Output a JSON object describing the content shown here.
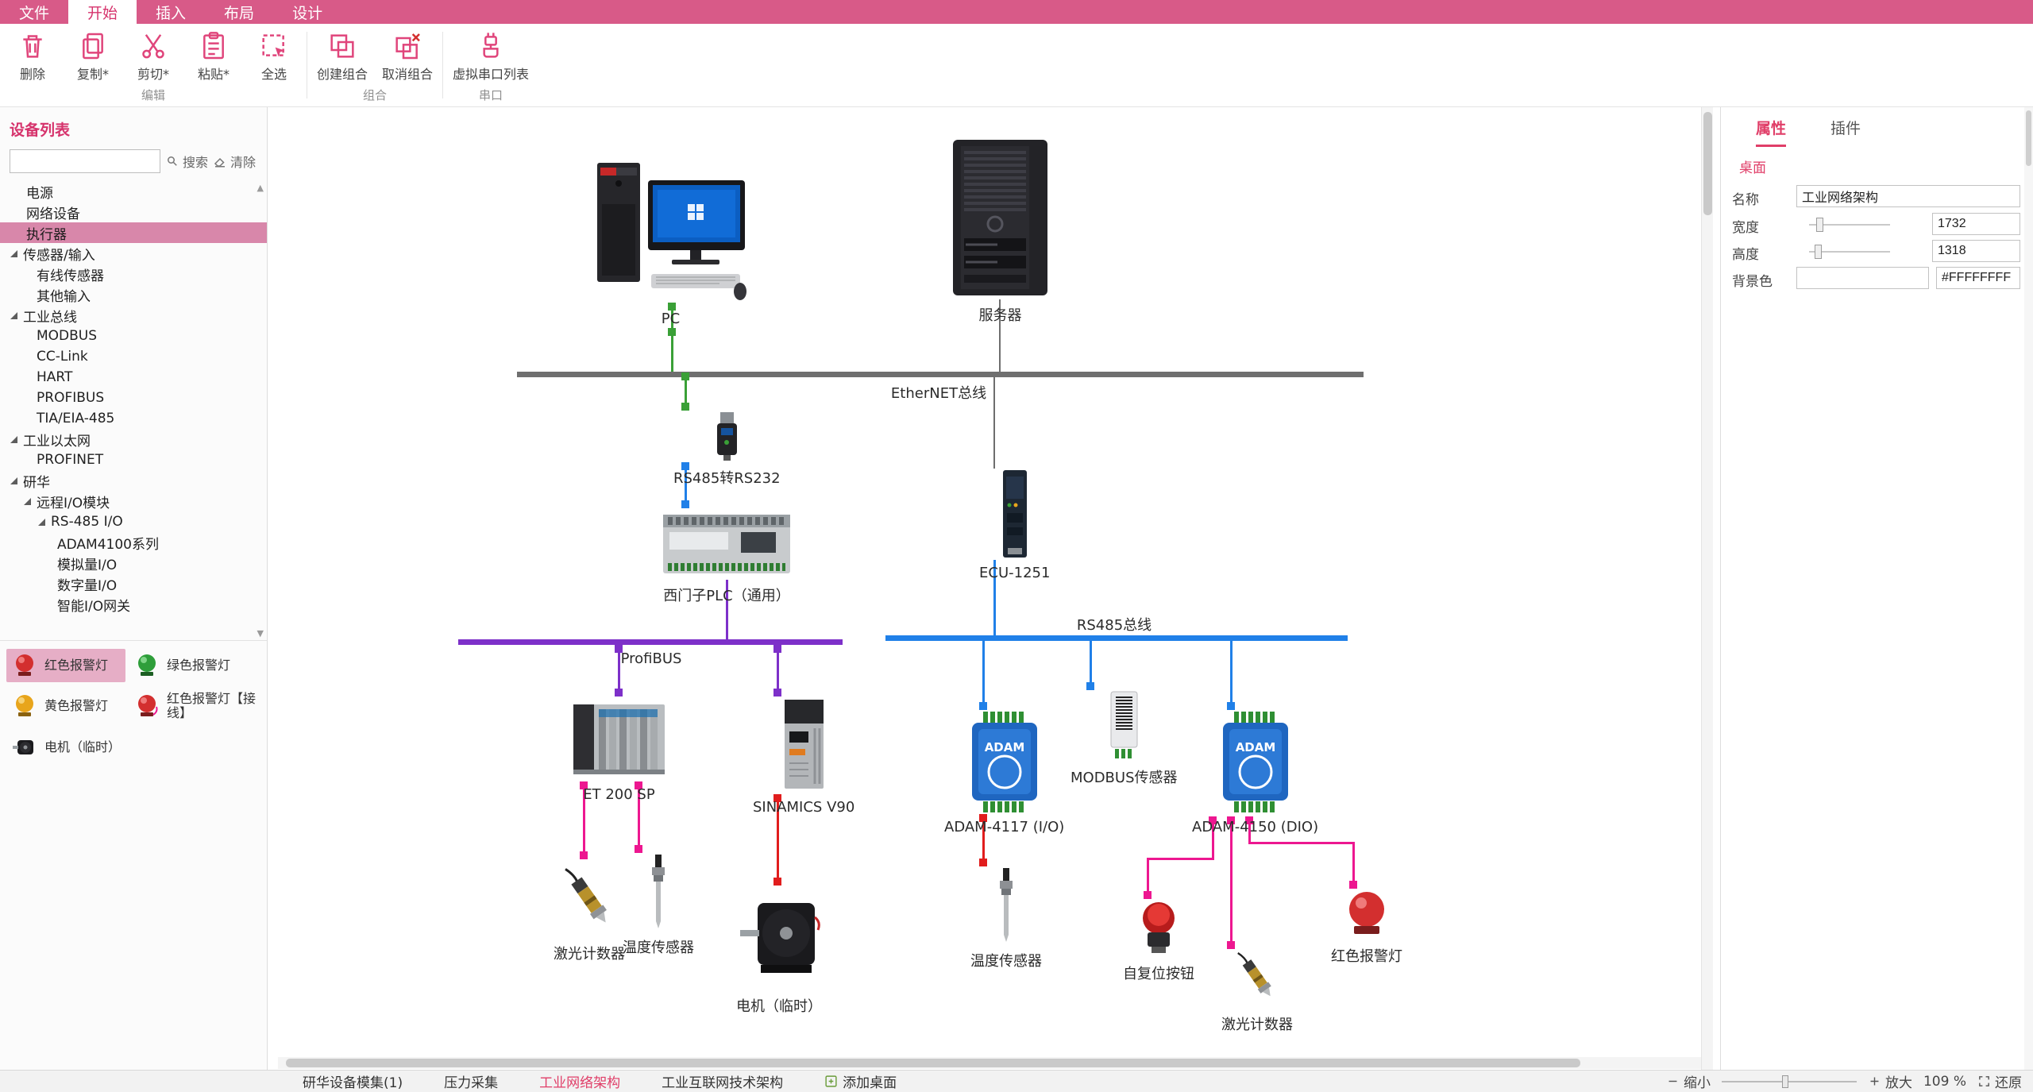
{
  "colors": {
    "brand": "#d85a88",
    "accent": "#e0457b",
    "bus_gray": "#6f6f6f",
    "bus_purple": "#7d30c9",
    "bus_blue": "#2080e8",
    "wire_green": "#3aa037",
    "wire_pink": "#ed1790",
    "wire_red": "#e11d1d"
  },
  "menubar": {
    "items": [
      {
        "label": "文件"
      },
      {
        "label": "开始",
        "active": true
      },
      {
        "label": "插入"
      },
      {
        "label": "布局"
      },
      {
        "label": "设计"
      }
    ]
  },
  "ribbon": {
    "buttons": [
      {
        "label": "删除"
      },
      {
        "label": "复制*"
      },
      {
        "label": "剪切*"
      },
      {
        "label": "粘贴*"
      },
      {
        "label": "全选"
      },
      {
        "label": "创建组合"
      },
      {
        "label": "取消组合"
      },
      {
        "label": "虚拟串口列表"
      }
    ],
    "groups": [
      {
        "label": "编辑"
      },
      {
        "label": "组合"
      },
      {
        "label": "串口"
      }
    ]
  },
  "sidebar": {
    "title": "设备列表",
    "search": {
      "label": "搜索",
      "clear": "清除",
      "value": ""
    },
    "tree": [
      {
        "label": "电源"
      },
      {
        "label": "网络设备"
      },
      {
        "label": "执行器",
        "selected": true
      },
      {
        "label": "传感器/输入",
        "expanded": true
      },
      {
        "label": "有线传感器"
      },
      {
        "label": "其他输入"
      },
      {
        "label": "工业总线",
        "expanded": true
      },
      {
        "label": "MODBUS"
      },
      {
        "label": "CC-Link"
      },
      {
        "label": "HART"
      },
      {
        "label": "PROFIBUS"
      },
      {
        "label": "TIA/EIA-485"
      },
      {
        "label": "工业以太网",
        "expanded": true
      },
      {
        "label": "PROFINET"
      },
      {
        "label": "研华",
        "expanded": true
      },
      {
        "label": "远程I/O模块",
        "expanded": true
      },
      {
        "label": "RS-485 I/O",
        "expanded": true
      },
      {
        "label": "ADAM4100系列"
      },
      {
        "label": "模拟量I/O"
      },
      {
        "label": "数字量I/O"
      },
      {
        "label": "智能I/O网关"
      }
    ],
    "palette": [
      {
        "label": "红色报警灯",
        "selected": true
      },
      {
        "label": "绿色报警灯"
      },
      {
        "label": "黄色报警灯"
      },
      {
        "label": "红色报警灯【接线】"
      },
      {
        "label": "电机（临时）"
      }
    ]
  },
  "canvas": {
    "nodes": {
      "pc": "PC",
      "server": "服务器",
      "converter": "RS485转RS232",
      "plc": "西门子PLC（通用）",
      "ecu": "ECU-1251",
      "et200sp": "ET 200 SP",
      "v90": "SINAMICS V90",
      "adam4117": "ADAM-4117 (I/O)",
      "modbus_sensor": "MODBUS传感器",
      "adam4150": "ADAM-4150 (DIO)",
      "laser_counter_1": "激光计数器",
      "temp_sensor_1": "温度传感器",
      "motor": "电机（临时）",
      "temp_sensor_2": "温度传感器",
      "reset_button": "自复位按钮",
      "red_alarm_lamp": "红色报警灯",
      "laser_counter_2": "激光计数器"
    },
    "buses": {
      "ethernet": "EtherNET总线",
      "profibus": "ProfiBUS",
      "rs485": "RS485总线"
    }
  },
  "properties": {
    "tabs": [
      {
        "label": "属性",
        "active": true
      },
      {
        "label": "插件"
      }
    ],
    "section": "桌面",
    "fields": {
      "name": {
        "label": "名称",
        "value": "工业网络架构"
      },
      "width": {
        "label": "宽度",
        "value": "1732"
      },
      "height": {
        "label": "高度",
        "value": "1318"
      },
      "bg": {
        "label": "背景色",
        "value": "#FFFFFFFF",
        "swatch": ""
      }
    }
  },
  "statusbar": {
    "tabs": [
      {
        "label": "研华设备模集(1)"
      },
      {
        "label": "压力采集"
      },
      {
        "label": "工业网络架构",
        "active": true
      },
      {
        "label": "工业互联网技术架构"
      },
      {
        "label": "添加桌面",
        "add": true
      }
    ],
    "zoom": {
      "out": "缩小",
      "in": "放大",
      "level": "109 %",
      "reset": "还原"
    }
  }
}
